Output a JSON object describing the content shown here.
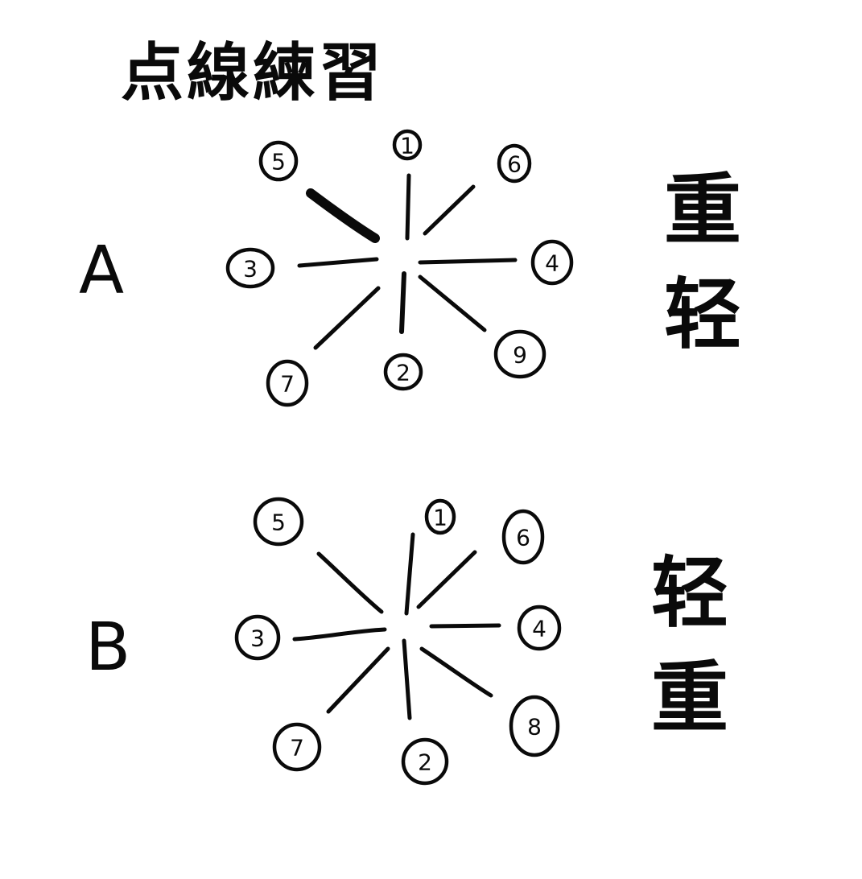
{
  "title": "点線練習",
  "sections": [
    {
      "label": "A",
      "pressure_chars": [
        "重",
        "轻"
      ],
      "numbers": {
        "n1": "1",
        "n2": "2",
        "n3": "3",
        "n4": "4",
        "n5": "5",
        "n6": "6",
        "n7": "7",
        "n8": "9"
      }
    },
    {
      "label": "B",
      "pressure_chars": [
        "轻",
        "重"
      ],
      "numbers": {
        "n1": "1",
        "n2": "2",
        "n3": "3",
        "n4": "4",
        "n5": "5",
        "n6": "6",
        "n7": "7",
        "n8": "8"
      }
    }
  ],
  "colors": {
    "ink": "#0a0a0a",
    "paper": "#ffffff"
  }
}
